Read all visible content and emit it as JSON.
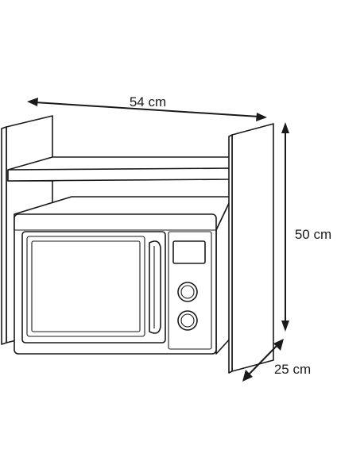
{
  "dimensions": {
    "width": "54 cm",
    "height": "50 cm",
    "depth": "25 cm"
  },
  "colors": {
    "line": "#1a1a1a",
    "background": "#ffffff"
  }
}
